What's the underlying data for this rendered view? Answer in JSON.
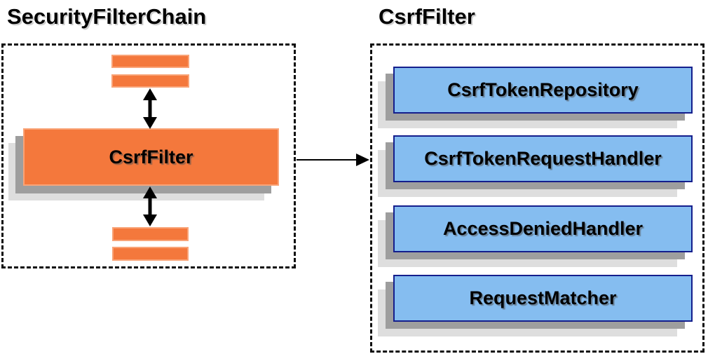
{
  "left_panel": {
    "title": "SecurityFilterChain",
    "filter_node_label": "CsrfFilter",
    "placeholder_bars_above": 2,
    "placeholder_bars_below": 2
  },
  "right_panel": {
    "title": "CsrfFilter",
    "components": [
      {
        "label": "CsrfTokenRepository"
      },
      {
        "label": "CsrfTokenRequestHandler"
      },
      {
        "label": "AccessDeniedHandler"
      },
      {
        "label": "RequestMatcher"
      }
    ]
  },
  "connections": {
    "filter_to_components": "arrow-right",
    "chain_vertical_links": "double-headed-arrows"
  },
  "colors": {
    "orange_fill": "#f4783c",
    "orange_border": "#f9a478",
    "blue_fill": "#85bdf0",
    "blue_border": "#141e8c",
    "shadow_dark": "#9e9e9e",
    "shadow_light": "#dedede",
    "dashed_border": "#0d0d0d",
    "arrow": "#000000",
    "text": "#000000",
    "background": "#ffffff"
  }
}
